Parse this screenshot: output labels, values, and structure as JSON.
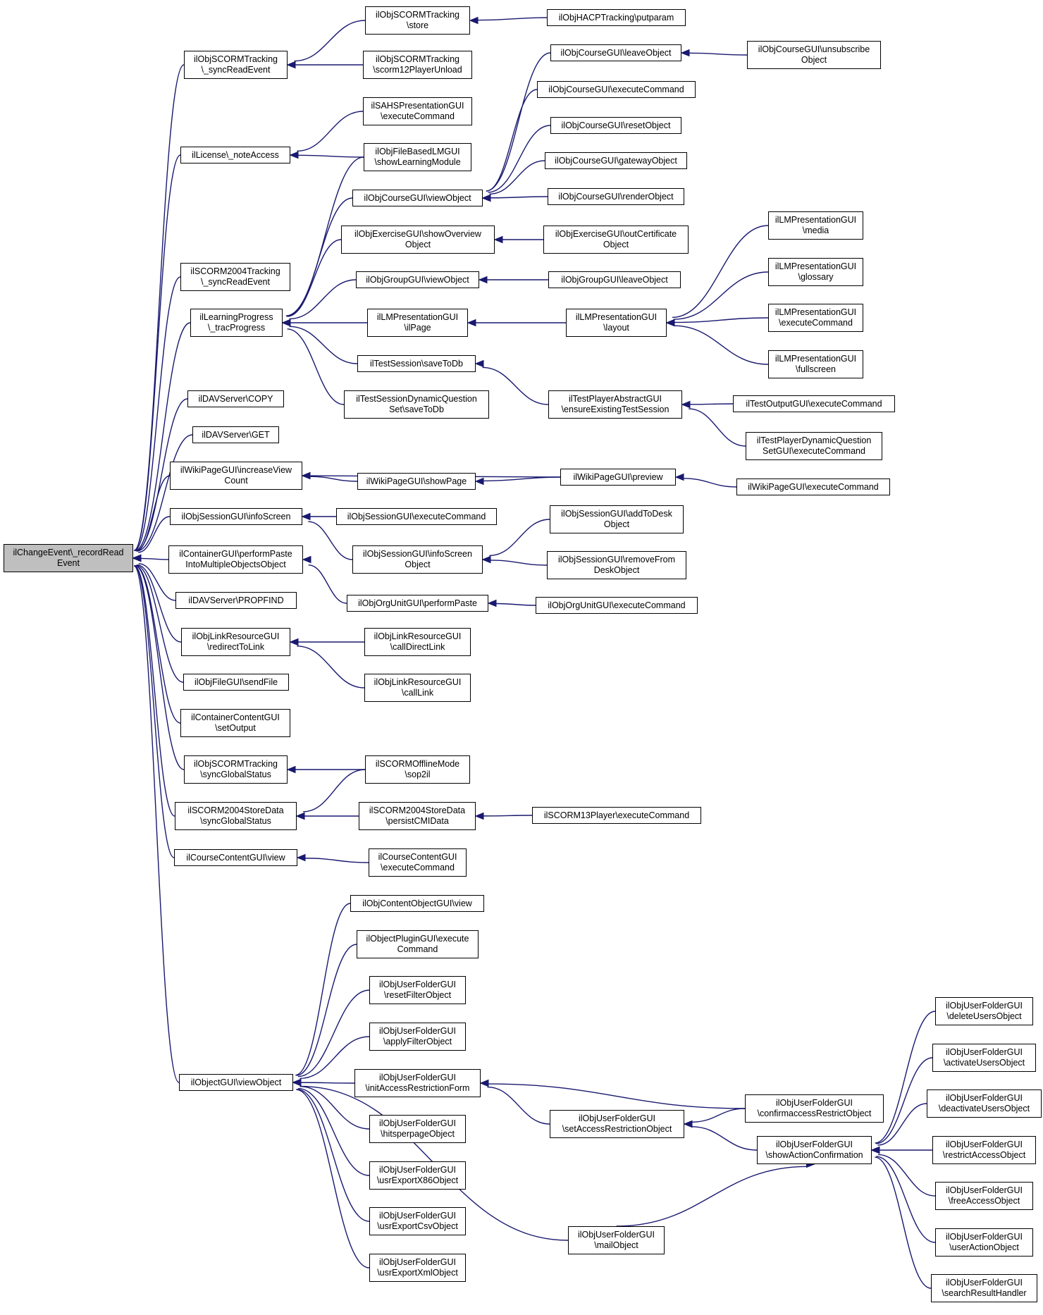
{
  "nodes": [
    {
      "id": "root",
      "lines": [
        "ilChangeEvent\\_recordRead",
        "Event"
      ],
      "root": true
    },
    {
      "id": "n_scorm_sync",
      "lines": [
        "ilObjSCORMTracking",
        "\\_syncReadEvent"
      ]
    },
    {
      "id": "n_license",
      "lines": [
        "ilLicense\\_noteAccess"
      ]
    },
    {
      "id": "n_scorm2004_sync",
      "lines": [
        "ilSCORM2004Tracking",
        "\\_syncReadEvent"
      ]
    },
    {
      "id": "n_lp",
      "lines": [
        "ilLearningProgress",
        "\\_tracProgress"
      ]
    },
    {
      "id": "n_dav_copy",
      "lines": [
        "ilDAVServer\\COPY"
      ]
    },
    {
      "id": "n_dav_get",
      "lines": [
        "ilDAVServer\\GET"
      ]
    },
    {
      "id": "n_wiki_inc",
      "lines": [
        "ilWikiPageGUI\\increaseView",
        "Count"
      ]
    },
    {
      "id": "n_sess_info",
      "lines": [
        "ilObjSessionGUI\\infoScreen"
      ]
    },
    {
      "id": "n_cont_paste",
      "lines": [
        "ilContainerGUI\\performPaste",
        "IntoMultipleObjectsObject"
      ]
    },
    {
      "id": "n_dav_propfind",
      "lines": [
        "ilDAVServer\\PROPFIND"
      ]
    },
    {
      "id": "n_link_redirect",
      "lines": [
        "ilObjLinkResourceGUI",
        "\\redirectToLink"
      ]
    },
    {
      "id": "n_file_send",
      "lines": [
        "ilObjFileGUI\\sendFile"
      ]
    },
    {
      "id": "n_ccgui_setout",
      "lines": [
        "ilContainerContentGUI",
        "\\setOutput"
      ]
    },
    {
      "id": "n_scorm_syncglobal",
      "lines": [
        "ilObjSCORMTracking",
        "\\syncGlobalStatus"
      ]
    },
    {
      "id": "n_s2004store_sync",
      "lines": [
        "ilSCORM2004StoreData",
        "\\syncGlobalStatus"
      ]
    },
    {
      "id": "n_coursecontent_view",
      "lines": [
        "ilCourseContentGUI\\view"
      ]
    },
    {
      "id": "n_objgui_view",
      "lines": [
        "ilObjectGUI\\viewObject"
      ]
    },
    {
      "id": "n_scorm_store",
      "lines": [
        "ilObjSCORMTracking",
        "\\store"
      ]
    },
    {
      "id": "n_hacp_put",
      "lines": [
        "ilObjHACPTracking\\putparam"
      ]
    },
    {
      "id": "n_scorm_unload",
      "lines": [
        "ilObjSCORMTracking",
        "\\scorm12PlayerUnload"
      ]
    },
    {
      "id": "n_sahs_exec",
      "lines": [
        "ilSAHSPresentationGUI",
        "\\executeCommand"
      ]
    },
    {
      "id": "n_fblm_show",
      "lines": [
        "ilObjFileBasedLMGUI",
        "\\showLearningModule"
      ]
    },
    {
      "id": "n_crs_view",
      "lines": [
        "ilObjCourseGUI\\viewObject"
      ]
    },
    {
      "id": "n_crs_leave",
      "lines": [
        "ilObjCourseGUI\\leaveObject"
      ]
    },
    {
      "id": "n_crs_unsub",
      "lines": [
        "ilObjCourseGUI\\unsubscribe",
        "Object"
      ]
    },
    {
      "id": "n_crs_exec",
      "lines": [
        "ilObjCourseGUI\\executeCommand"
      ]
    },
    {
      "id": "n_crs_reset",
      "lines": [
        "ilObjCourseGUI\\resetObject"
      ]
    },
    {
      "id": "n_crs_gateway",
      "lines": [
        "ilObjCourseGUI\\gatewayObject"
      ]
    },
    {
      "id": "n_crs_render",
      "lines": [
        "ilObjCourseGUI\\renderObject"
      ]
    },
    {
      "id": "n_exc_overview",
      "lines": [
        "ilObjExerciseGUI\\showOverview",
        "Object"
      ]
    },
    {
      "id": "n_exc_cert",
      "lines": [
        "ilObjExerciseGUI\\outCertificate",
        "Object"
      ]
    },
    {
      "id": "n_grp_view",
      "lines": [
        "ilObjGroupGUI\\viewObject"
      ]
    },
    {
      "id": "n_grp_leave",
      "lines": [
        "ilObjGroupGUI\\leaveObject"
      ]
    },
    {
      "id": "n_lmp_page",
      "lines": [
        "ilLMPresentationGUI",
        "\\ilPage"
      ]
    },
    {
      "id": "n_lmp_layout",
      "lines": [
        "ilLMPresentationGUI",
        "\\layout"
      ]
    },
    {
      "id": "n_lmp_media",
      "lines": [
        "ilLMPresentationGUI",
        "\\media"
      ]
    },
    {
      "id": "n_lmp_glossary",
      "lines": [
        "ilLMPresentationGUI",
        "\\glossary"
      ]
    },
    {
      "id": "n_lmp_exec",
      "lines": [
        "ilLMPresentationGUI",
        "\\executeCommand"
      ]
    },
    {
      "id": "n_lmp_full",
      "lines": [
        "ilLMPresentationGUI",
        "\\fullscreen"
      ]
    },
    {
      "id": "n_ts_save",
      "lines": [
        "ilTestSession\\saveToDb"
      ]
    },
    {
      "id": "n_tsdq_save",
      "lines": [
        "ilTestSessionDynamicQuestion",
        "Set\\saveToDb"
      ]
    },
    {
      "id": "n_tpa_ensure",
      "lines": [
        "ilTestPlayerAbstractGUI",
        "\\ensureExistingTestSession"
      ]
    },
    {
      "id": "n_tout_exec",
      "lines": [
        "ilTestOutputGUI\\executeCommand"
      ]
    },
    {
      "id": "n_tpdq_exec",
      "lines": [
        "ilTestPlayerDynamicQuestion",
        "SetGUI\\executeCommand"
      ]
    },
    {
      "id": "n_wiki_show",
      "lines": [
        "ilWikiPageGUI\\showPage"
      ]
    },
    {
      "id": "n_wiki_preview",
      "lines": [
        "ilWikiPageGUI\\preview"
      ]
    },
    {
      "id": "n_wiki_exec",
      "lines": [
        "ilWikiPageGUI\\executeCommand"
      ]
    },
    {
      "id": "n_sess_exec",
      "lines": [
        "ilObjSessionGUI\\executeCommand"
      ]
    },
    {
      "id": "n_sess_infoobj",
      "lines": [
        "ilObjSessionGUI\\infoScreen",
        "Object"
      ]
    },
    {
      "id": "n_sess_add",
      "lines": [
        "ilObjSessionGUI\\addToDesk",
        "Object"
      ]
    },
    {
      "id": "n_sess_remove",
      "lines": [
        "ilObjSessionGUI\\removeFrom",
        "DeskObject"
      ]
    },
    {
      "id": "n_org_paste",
      "lines": [
        "ilObjOrgUnitGUI\\performPaste"
      ]
    },
    {
      "id": "n_org_exec",
      "lines": [
        "ilObjOrgUnitGUI\\executeCommand"
      ]
    },
    {
      "id": "n_link_calldirect",
      "lines": [
        "ilObjLinkResourceGUI",
        "\\callDirectLink"
      ]
    },
    {
      "id": "n_link_call",
      "lines": [
        "ilObjLinkResourceGUI",
        "\\callLink"
      ]
    },
    {
      "id": "n_scorm_offline",
      "lines": [
        "ilSCORMOfflineMode",
        "\\sop2il"
      ]
    },
    {
      "id": "n_s2004_persist",
      "lines": [
        "ilSCORM2004StoreData",
        "\\persistCMIData"
      ]
    },
    {
      "id": "n_s13_exec",
      "lines": [
        "ilSCORM13Player\\executeCommand"
      ]
    },
    {
      "id": "n_ccgui_exec",
      "lines": [
        "ilCourseContentGUI",
        "\\executeCommand"
      ]
    },
    {
      "id": "n_cobj_view",
      "lines": [
        "ilObjContentObjectGUI\\view"
      ]
    },
    {
      "id": "n_plugin_exec",
      "lines": [
        "ilObjectPluginGUI\\execute",
        "Command"
      ]
    },
    {
      "id": "n_uf_resetfilter",
      "lines": [
        "ilObjUserFolderGUI",
        "\\resetFilterObject"
      ]
    },
    {
      "id": "n_uf_applyfilter",
      "lines": [
        "ilObjUserFolderGUI",
        "\\applyFilterObject"
      ]
    },
    {
      "id": "n_uf_initaccess",
      "lines": [
        "ilObjUserFolderGUI",
        "\\initAccessRestrictionForm"
      ]
    },
    {
      "id": "n_uf_hits",
      "lines": [
        "ilObjUserFolderGUI",
        "\\hitsperpageObject"
      ]
    },
    {
      "id": "n_uf_x86",
      "lines": [
        "ilObjUserFolderGUI",
        "\\usrExportX86Object"
      ]
    },
    {
      "id": "n_uf_csv",
      "lines": [
        "ilObjUserFolderGUI",
        "\\usrExportCsvObject"
      ]
    },
    {
      "id": "n_uf_xml",
      "lines": [
        "ilObjUserFolderGUI",
        "\\usrExportXmlObject"
      ]
    },
    {
      "id": "n_uf_setaccess",
      "lines": [
        "ilObjUserFolderGUI",
        "\\setAccessRestrictionObject"
      ]
    },
    {
      "id": "n_uf_confirm",
      "lines": [
        "ilObjUserFolderGUI",
        "\\confirmaccessRestrictObject"
      ]
    },
    {
      "id": "n_uf_showaction",
      "lines": [
        "ilObjUserFolderGUI",
        "\\showActionConfirmation"
      ]
    },
    {
      "id": "n_uf_mail",
      "lines": [
        "ilObjUserFolderGUI",
        "\\mailObject"
      ]
    },
    {
      "id": "n_uf_delete",
      "lines": [
        "ilObjUserFolderGUI",
        "\\deleteUsersObject"
      ]
    },
    {
      "id": "n_uf_activate",
      "lines": [
        "ilObjUserFolderGUI",
        "\\activateUsersObject"
      ]
    },
    {
      "id": "n_uf_deactivate",
      "lines": [
        "ilObjUserFolderGUI",
        "\\deactivateUsersObject"
      ]
    },
    {
      "id": "n_uf_restrict",
      "lines": [
        "ilObjUserFolderGUI",
        "\\restrictAccessObject"
      ]
    },
    {
      "id": "n_uf_free",
      "lines": [
        "ilObjUserFolderGUI",
        "\\freeAccessObject"
      ]
    },
    {
      "id": "n_uf_useraction",
      "lines": [
        "ilObjUserFolderGUI",
        "\\userActionObject"
      ]
    },
    {
      "id": "n_uf_search",
      "lines": [
        "ilObjUserFolderGUI",
        "\\searchResultHandler"
      ]
    }
  ],
  "edges": [
    [
      "n_scorm_sync",
      "root"
    ],
    [
      "n_license",
      "root"
    ],
    [
      "n_scorm2004_sync",
      "root"
    ],
    [
      "n_lp",
      "root"
    ],
    [
      "n_dav_copy",
      "root"
    ],
    [
      "n_dav_get",
      "root"
    ],
    [
      "n_wiki_inc",
      "root"
    ],
    [
      "n_sess_info",
      "root"
    ],
    [
      "n_cont_paste",
      "root"
    ],
    [
      "n_dav_propfind",
      "root"
    ],
    [
      "n_link_redirect",
      "root"
    ],
    [
      "n_file_send",
      "root"
    ],
    [
      "n_ccgui_setout",
      "root"
    ],
    [
      "n_scorm_syncglobal",
      "root"
    ],
    [
      "n_s2004store_sync",
      "root"
    ],
    [
      "n_coursecontent_view",
      "root"
    ],
    [
      "n_objgui_view",
      "root"
    ],
    [
      "n_scorm_store",
      "n_scorm_sync"
    ],
    [
      "n_scorm_unload",
      "n_scorm_sync"
    ],
    [
      "n_hacp_put",
      "n_scorm_store"
    ],
    [
      "n_sahs_exec",
      "n_license"
    ],
    [
      "n_fblm_show",
      "n_license"
    ],
    [
      "n_fblm_show",
      "n_lp"
    ],
    [
      "n_crs_view",
      "n_lp"
    ],
    [
      "n_exc_overview",
      "n_lp"
    ],
    [
      "n_grp_view",
      "n_lp"
    ],
    [
      "n_lmp_page",
      "n_lp"
    ],
    [
      "n_ts_save",
      "n_lp"
    ],
    [
      "n_tsdq_save",
      "n_lp"
    ],
    [
      "n_crs_leave",
      "n_crs_view"
    ],
    [
      "n_crs_exec",
      "n_crs_view"
    ],
    [
      "n_crs_reset",
      "n_crs_view"
    ],
    [
      "n_crs_gateway",
      "n_crs_view"
    ],
    [
      "n_crs_render",
      "n_crs_view"
    ],
    [
      "n_crs_unsub",
      "n_crs_leave"
    ],
    [
      "n_exc_cert",
      "n_exc_overview"
    ],
    [
      "n_grp_leave",
      "n_grp_view"
    ],
    [
      "n_lmp_layout",
      "n_lmp_page"
    ],
    [
      "n_lmp_media",
      "n_lmp_layout"
    ],
    [
      "n_lmp_glossary",
      "n_lmp_layout"
    ],
    [
      "n_lmp_exec",
      "n_lmp_layout"
    ],
    [
      "n_lmp_full",
      "n_lmp_layout"
    ],
    [
      "n_tpa_ensure",
      "n_ts_save"
    ],
    [
      "n_tout_exec",
      "n_tpa_ensure"
    ],
    [
      "n_tpdq_exec",
      "n_tpa_ensure"
    ],
    [
      "n_wiki_show",
      "n_wiki_inc"
    ],
    [
      "n_wiki_preview",
      "n_wiki_inc"
    ],
    [
      "n_wiki_preview",
      "n_wiki_show"
    ],
    [
      "n_wiki_exec",
      "n_wiki_preview"
    ],
    [
      "n_sess_exec",
      "n_sess_info"
    ],
    [
      "n_sess_infoobj",
      "n_sess_info"
    ],
    [
      "n_sess_add",
      "n_sess_infoobj"
    ],
    [
      "n_sess_remove",
      "n_sess_infoobj"
    ],
    [
      "n_org_paste",
      "n_cont_paste"
    ],
    [
      "n_org_exec",
      "n_org_paste"
    ],
    [
      "n_link_calldirect",
      "n_link_redirect"
    ],
    [
      "n_link_call",
      "n_link_redirect"
    ],
    [
      "n_scorm_offline",
      "n_scorm_syncglobal"
    ],
    [
      "n_scorm_offline",
      "n_s2004store_sync"
    ],
    [
      "n_s2004_persist",
      "n_s2004store_sync"
    ],
    [
      "n_s13_exec",
      "n_s2004_persist"
    ],
    [
      "n_ccgui_exec",
      "n_coursecontent_view"
    ],
    [
      "n_cobj_view",
      "n_objgui_view"
    ],
    [
      "n_plugin_exec",
      "n_objgui_view"
    ],
    [
      "n_uf_resetfilter",
      "n_objgui_view"
    ],
    [
      "n_uf_applyfilter",
      "n_objgui_view"
    ],
    [
      "n_uf_initaccess",
      "n_objgui_view"
    ],
    [
      "n_uf_hits",
      "n_objgui_view"
    ],
    [
      "n_uf_x86",
      "n_objgui_view"
    ],
    [
      "n_uf_csv",
      "n_objgui_view"
    ],
    [
      "n_uf_xml",
      "n_objgui_view"
    ],
    [
      "n_uf_mail",
      "n_objgui_view"
    ],
    [
      "n_uf_confirm",
      "n_uf_initaccess"
    ],
    [
      "n_uf_setaccess",
      "n_uf_initaccess"
    ],
    [
      "n_uf_confirm",
      "n_uf_setaccess"
    ],
    [
      "n_uf_showaction",
      "n_uf_setaccess"
    ],
    [
      "n_uf_mail",
      "n_uf_showaction"
    ],
    [
      "n_uf_delete",
      "n_uf_showaction"
    ],
    [
      "n_uf_activate",
      "n_uf_showaction"
    ],
    [
      "n_uf_deactivate",
      "n_uf_showaction"
    ],
    [
      "n_uf_restrict",
      "n_uf_showaction"
    ],
    [
      "n_uf_free",
      "n_uf_showaction"
    ],
    [
      "n_uf_useraction",
      "n_uf_showaction"
    ],
    [
      "n_uf_search",
      "n_uf_showaction"
    ]
  ],
  "colors": {
    "edge": "#191970",
    "root_fill": "#bfbfbf",
    "node_fill": "#ffffff",
    "node_border": "#000000"
  }
}
